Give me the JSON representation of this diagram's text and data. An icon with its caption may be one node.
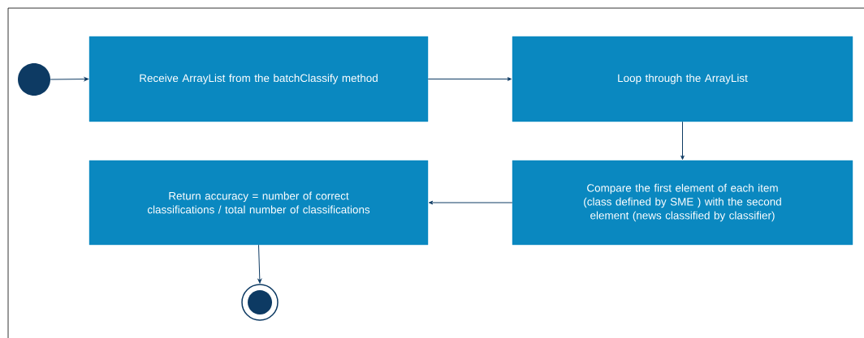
{
  "diagram": {
    "nodes": [
      {
        "text": [],
        "shape": "circle"
      },
      {
        "text": [
          "Receive ArrayList from the batchClassify method"
        ]
      },
      {
        "text": [
          "Loop through the ArrayList"
        ]
      },
      {
        "text": [
          "Compare the first element of each item (class defined by SME ) with the second element (news classified by classifier)"
        ]
      },
      {
        "text": [
          "Return accuracy = number of correct classifications / total number of classifications"
        ]
      },
      {
        "text": [],
        "shape": "circle"
      }
    ],
    "edges": [
      {
        "from": 0,
        "to": 1,
        "arrow": "to"
      },
      {
        "from": 1,
        "to": 2,
        "arrow": "to"
      },
      {
        "from": 2,
        "to": 3,
        "arrow": "to"
      },
      {
        "from": 3,
        "to": 4,
        "arrow": "to"
      },
      {
        "from": 4,
        "to": 5,
        "arrow": "to"
      }
    ]
  }
}
